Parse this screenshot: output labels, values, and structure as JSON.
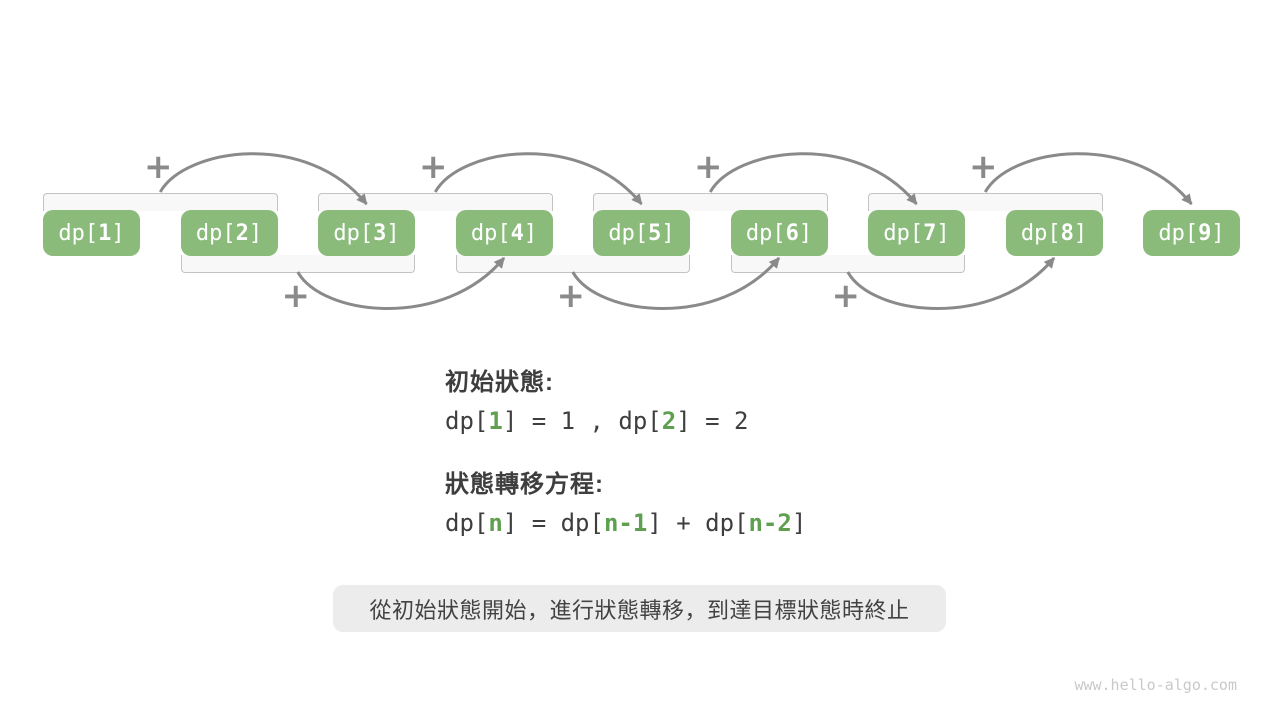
{
  "diagram": {
    "boxes": [
      {
        "prefix": "dp[",
        "num": "1",
        "suffix": "]"
      },
      {
        "prefix": "dp[",
        "num": "2",
        "suffix": "]"
      },
      {
        "prefix": "dp[",
        "num": "3",
        "suffix": "]"
      },
      {
        "prefix": "dp[",
        "num": "4",
        "suffix": "]"
      },
      {
        "prefix": "dp[",
        "num": "5",
        "suffix": "]"
      },
      {
        "prefix": "dp[",
        "num": "6",
        "suffix": "]"
      },
      {
        "prefix": "dp[",
        "num": "7",
        "suffix": "]"
      },
      {
        "prefix": "dp[",
        "num": "8",
        "suffix": "]"
      },
      {
        "prefix": "dp[",
        "num": "9",
        "suffix": "]"
      }
    ],
    "plus_symbol": "+",
    "top_transitions": [
      {
        "pair": [
          1,
          2
        ],
        "to": 3
      },
      {
        "pair": [
          3,
          4
        ],
        "to": 5
      },
      {
        "pair": [
          5,
          6
        ],
        "to": 7
      },
      {
        "pair": [
          7,
          8
        ],
        "to": 9
      }
    ],
    "bottom_transitions": [
      {
        "pair": [
          2,
          3
        ],
        "to": 4
      },
      {
        "pair": [
          4,
          5
        ],
        "to": 6
      },
      {
        "pair": [
          6,
          7
        ],
        "to": 8
      }
    ],
    "colors": {
      "box_green": "#8ABB7A",
      "box_text": "#ffffff",
      "arrow_gray": "#8a8a8a",
      "plus_gray": "#8a8a8a",
      "bracket_fill": "#f8f8f8",
      "bracket_border": "#c3c3c3"
    }
  },
  "notes": {
    "initial_state": {
      "heading": "初始狀態:",
      "tokens": [
        {
          "text": "dp[",
          "green": false
        },
        {
          "text": "1",
          "green": true
        },
        {
          "text": "] = 1 , dp[",
          "green": false
        },
        {
          "text": "2",
          "green": true
        },
        {
          "text": "] = 2",
          "green": false
        }
      ]
    },
    "transition_equation": {
      "heading": "狀態轉移方程:",
      "tokens": [
        {
          "text": "dp[",
          "green": false
        },
        {
          "text": "n",
          "green": true
        },
        {
          "text": "] = dp[",
          "green": false
        },
        {
          "text": "n-1",
          "green": true
        },
        {
          "text": "] + dp[",
          "green": false
        },
        {
          "text": "n-2",
          "green": true
        },
        {
          "text": "]",
          "green": false
        }
      ]
    },
    "colors": {
      "text_dark": "#3e3e3e",
      "code_green": "#5FA050"
    }
  },
  "callout": {
    "text": "從初始狀態開始，進行狀態轉移，到達目標狀態時終止",
    "background": "#ececec"
  },
  "watermark": {
    "text": "www.hello-algo.com",
    "color": "#c9c9c9"
  }
}
